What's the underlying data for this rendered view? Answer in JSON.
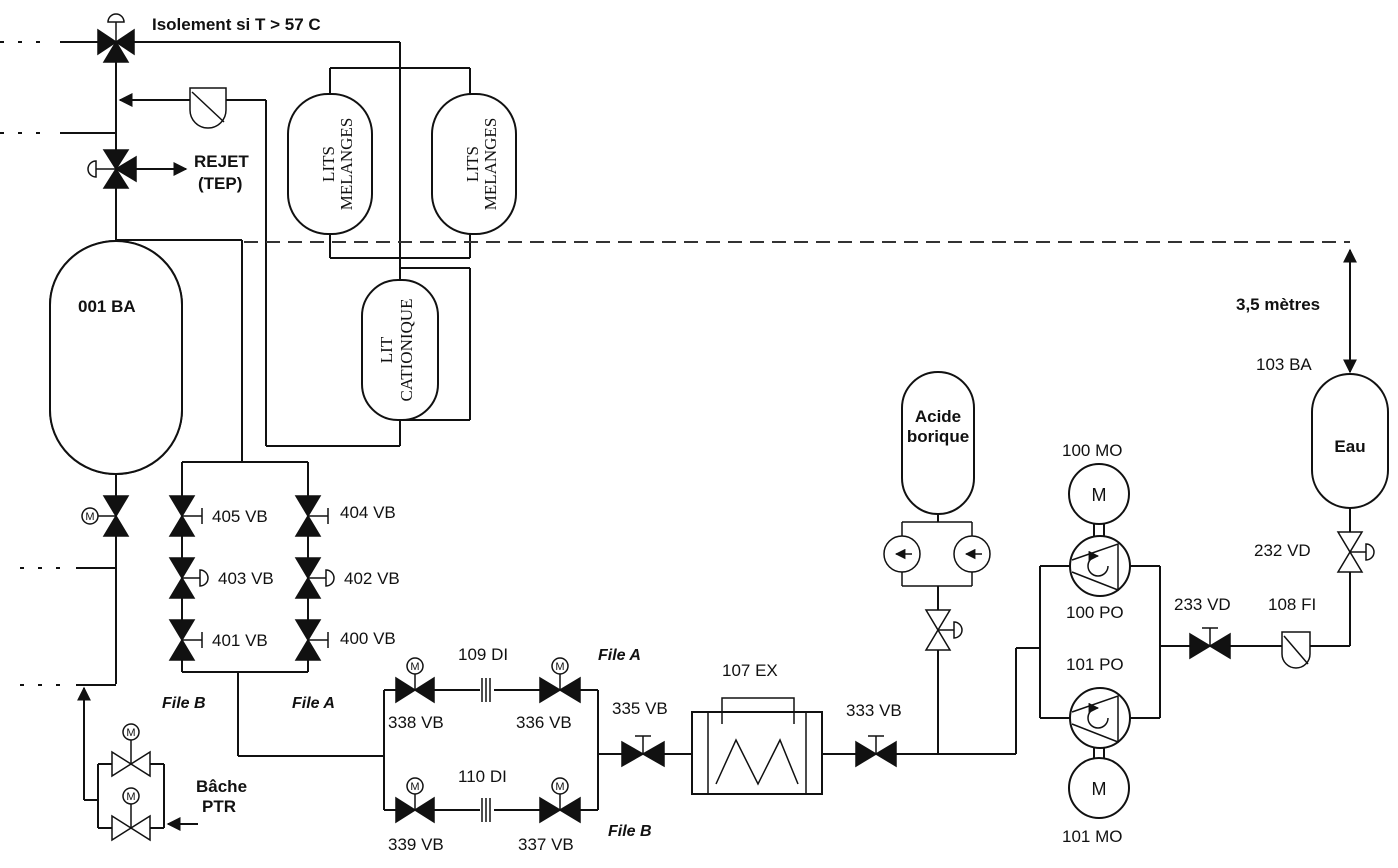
{
  "labels": {
    "isolement": "Isolement si T > 57 C",
    "rejet_1": "REJET",
    "rejet_2": "(TEP)",
    "lits_melanges_1a": "LITS",
    "lits_melanges_1b": "MELANGES",
    "lits_melanges_2a": "LITS",
    "lits_melanges_2b": "MELANGES",
    "lit_cationique_a": "LIT",
    "lit_cationique_b": "CATIONIQUE",
    "tank_001": "001 BA",
    "hauteur": "3,5 mètres",
    "tank_103": "103 BA",
    "eau": "Eau",
    "acide_1": "Acide",
    "acide_2": "borique",
    "mo_100": "100 MO",
    "mo_101": "101 MO",
    "po_100": "100 PO",
    "po_101": "101 PO",
    "vd_232": "232 VD",
    "vd_233": "233 VD",
    "fi_108": "108 FI",
    "vb_405": "405 VB",
    "vb_404": "404 VB",
    "vb_403": "403 VB",
    "vb_402": "402 VB",
    "vb_401": "401 VB",
    "vb_400": "400 VB",
    "file_b_left": "File B",
    "file_a_left": "File A",
    "di_109": "109 DI",
    "di_110": "110 DI",
    "file_a_right": "File A",
    "file_b_right": "File B",
    "vb_338": "338 VB",
    "vb_336": "336 VB",
    "vb_339": "339 VB",
    "vb_337": "337 VB",
    "vb_335": "335 VB",
    "ex_107": "107 EX",
    "vb_333": "333 VB",
    "bache_1": "Bâche",
    "bache_2": "PTR",
    "motor_symbol": "M"
  }
}
